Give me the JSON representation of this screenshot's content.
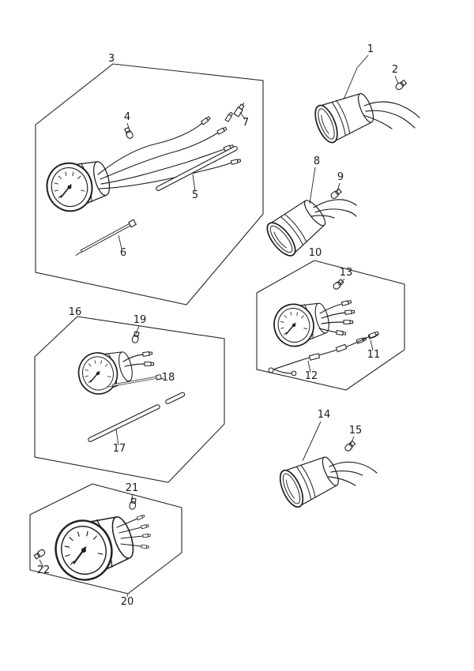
{
  "diagram": {
    "background": "#ffffff",
    "line_color": "#1f1f1f",
    "callouts": [
      "1",
      "2",
      "3",
      "4",
      "5",
      "6",
      "7",
      "8",
      "9",
      "10",
      "11",
      "12",
      "13",
      "14",
      "15",
      "16",
      "17",
      "18",
      "19",
      "20",
      "21",
      "22"
    ]
  }
}
